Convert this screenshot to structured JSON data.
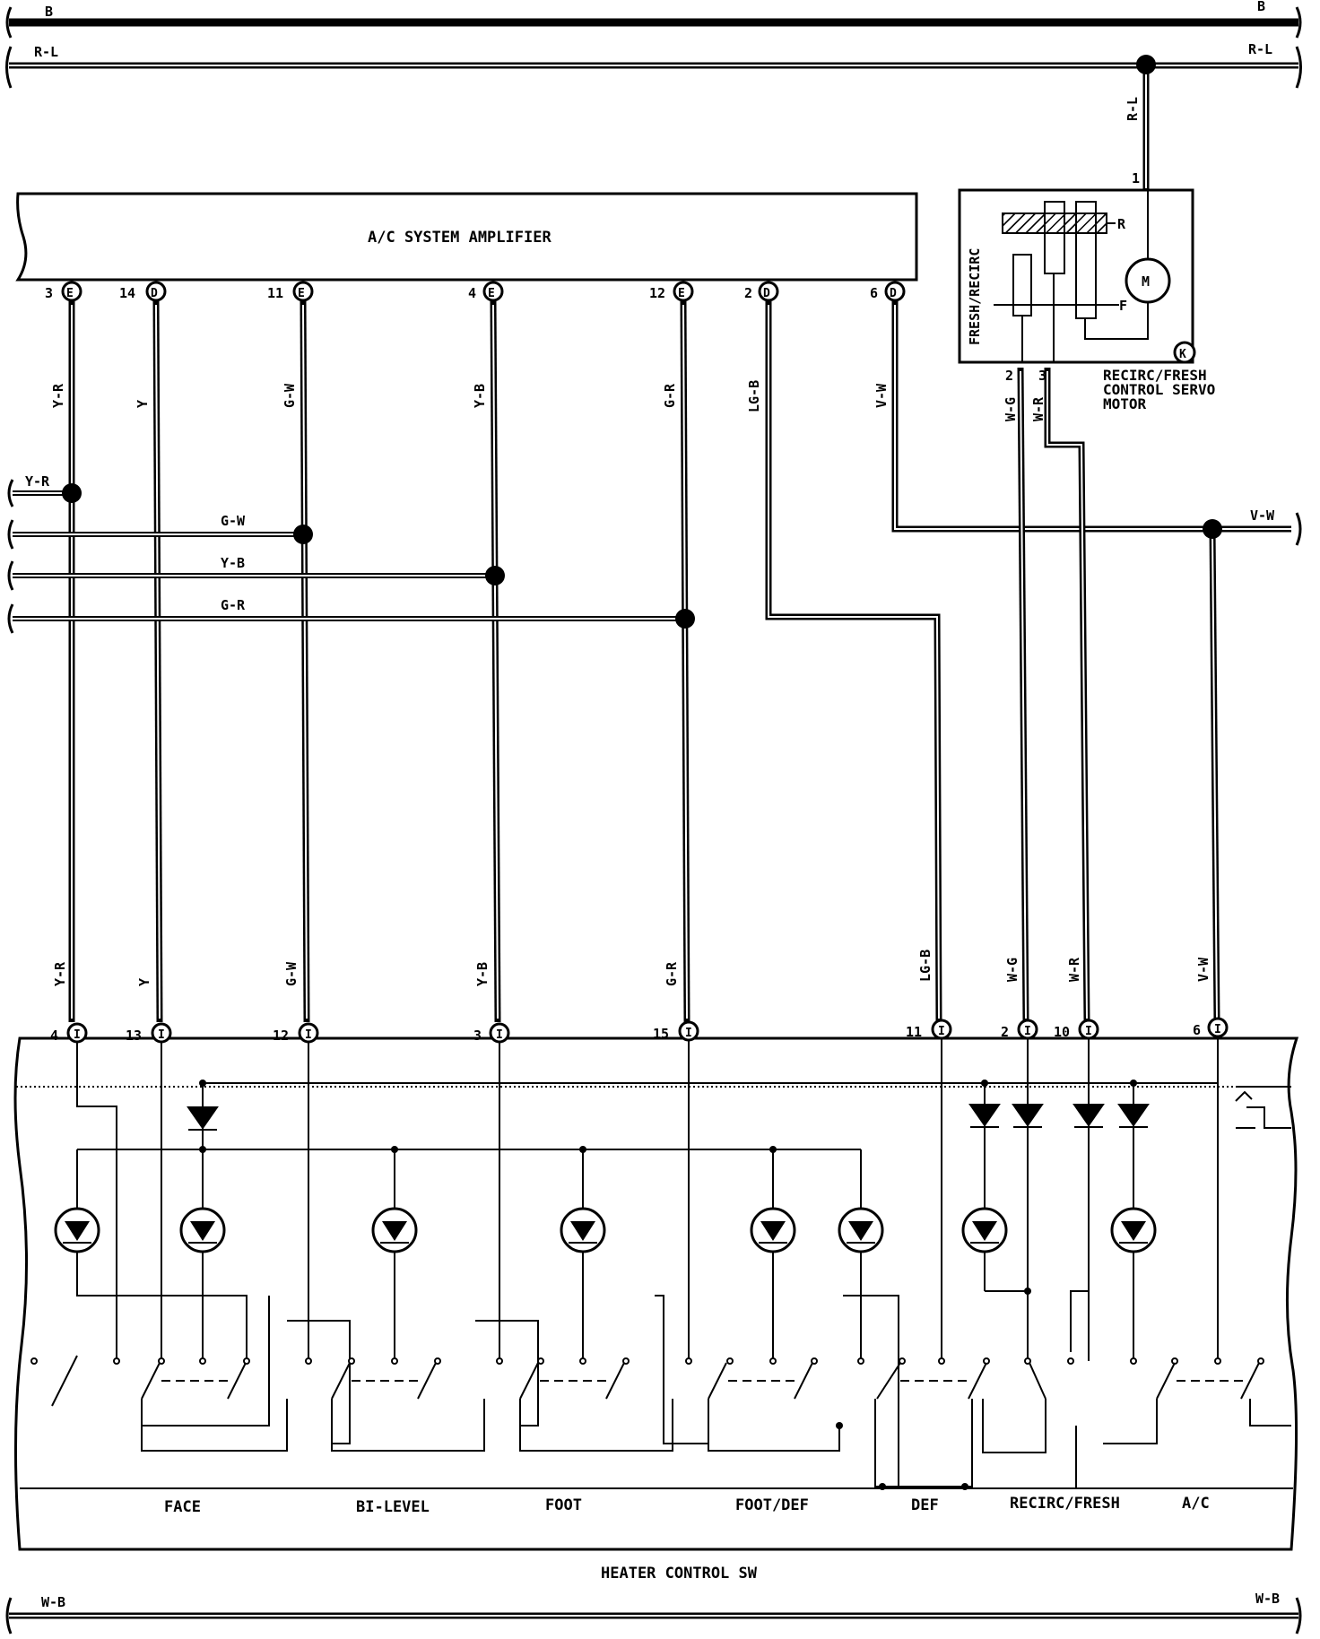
{
  "buses": {
    "b": {
      "left": "B",
      "right": "B"
    },
    "rl": {
      "left": "R-L",
      "right": "R-L"
    },
    "wb": {
      "left": "W-B",
      "right": "W-B"
    }
  },
  "amplifier": {
    "title": "A/C SYSTEM AMPLIFIER"
  },
  "amp_pins": [
    {
      "num": "3",
      "conn": "E"
    },
    {
      "num": "14",
      "conn": "D"
    },
    {
      "num": "11",
      "conn": "E"
    },
    {
      "num": "4",
      "conn": "E"
    },
    {
      "num": "12",
      "conn": "E"
    },
    {
      "num": "2",
      "conn": "D"
    },
    {
      "num": "6",
      "conn": "D"
    }
  ],
  "wire_labels_top": [
    "Y-R",
    "Y",
    "G-W",
    "Y-B",
    "G-R",
    "LG-B",
    "V-W"
  ],
  "wire_labels_bottom": [
    "Y-R",
    "Y",
    "G-W",
    "Y-B",
    "G-R",
    "LG-B",
    "W-G",
    "W-R",
    "V-W"
  ],
  "branch_labels": [
    "Y-R",
    "G-W",
    "Y-B",
    "G-R",
    "V-W"
  ],
  "servo": {
    "side_label": "FRESH/RECIRC",
    "r": "R",
    "f": "F",
    "motor": "M",
    "conn": "K",
    "pin1": "1",
    "pin2": "2",
    "pin3": "3",
    "feed_label": "R-L",
    "out_labels": [
      "W-G",
      "W-R"
    ],
    "name": [
      "RECIRC/FRESH",
      "CONTROL SERVO",
      "MOTOR"
    ]
  },
  "sw_pins": [
    {
      "num": "4",
      "conn": "I"
    },
    {
      "num": "13",
      "conn": "I"
    },
    {
      "num": "12",
      "conn": "I"
    },
    {
      "num": "3",
      "conn": "I"
    },
    {
      "num": "15",
      "conn": "I"
    },
    {
      "num": "11",
      "conn": "I"
    },
    {
      "num": "2",
      "conn": "I"
    },
    {
      "num": "10",
      "conn": "I"
    },
    {
      "num": "6",
      "conn": "I"
    }
  ],
  "switch_sections": [
    "FACE",
    "BI-LEVEL",
    "FOOT",
    "FOOT/DEF",
    "DEF",
    "RECIRC/FRESH",
    "A/C"
  ],
  "heater_control": {
    "title": "HEATER CONTROL SW"
  }
}
